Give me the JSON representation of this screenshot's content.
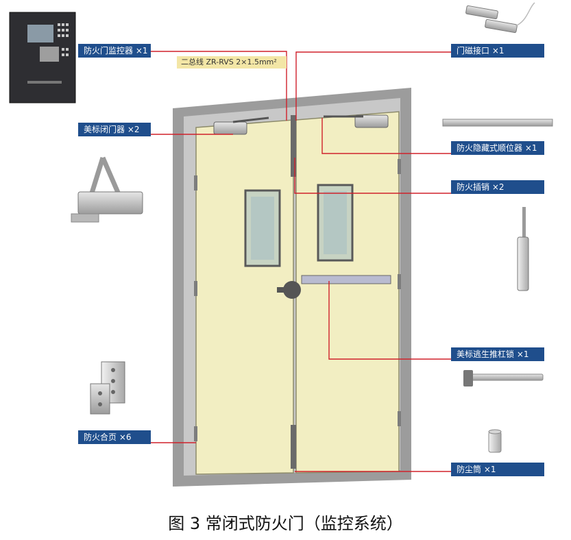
{
  "labels": {
    "monitor": "防火门监控器 ×1",
    "magnet": "门磁接口 ×1",
    "cable": "二总线 ZR-RVS 2×1.5mm²",
    "closer": "美标闭门器 ×2",
    "coordinator": "防火隐藏式顺位器 ×1",
    "bolt": "防火插销 ×2",
    "panic_bar": "美标逃生推杠锁 ×1",
    "hinge": "防火合页 ×6",
    "dust_cup": "防尘筒 ×1"
  },
  "caption": "图 3  常闭式防火门（监控系统）",
  "colors": {
    "label_bg": "#1f4e8c",
    "leader": "#d0202a",
    "door_leaf": "#f2eec2",
    "frame": "#9a9a9a",
    "cable_tag": "#f3e6a6"
  }
}
